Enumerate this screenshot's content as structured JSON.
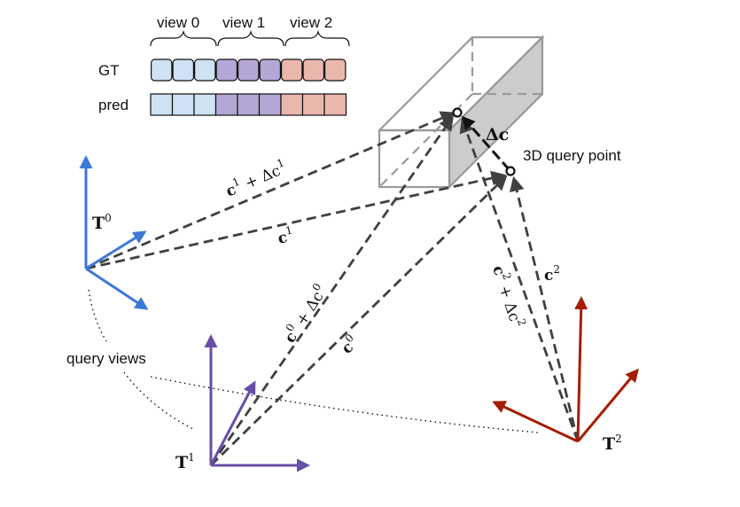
{
  "legend": {
    "views": [
      "view 0",
      "view 1",
      "view 2"
    ],
    "rows": [
      {
        "label": "GT",
        "cells": 9
      },
      {
        "label": "pred",
        "cells": 9
      }
    ],
    "colors": {
      "view0": "#cfe2f3",
      "view1": "#b4a7d6",
      "view2": "#eab7ad"
    }
  },
  "labels": {
    "query_point": "3D query point",
    "query_views": "query views",
    "delta_c": "Δc",
    "ray_labels": {
      "c1_delta": {
        "base": "c",
        "sup": "1",
        "op": " + Δc",
        "sup2": "1"
      },
      "c1": {
        "base": "c",
        "sup": "1"
      },
      "c0_delta": {
        "base": "c",
        "sup": "0",
        "op": " + Δc",
        "sup2": "0"
      },
      "c0": {
        "base": "c",
        "sup": "0"
      },
      "c2_delta": {
        "base": "c",
        "sup": "2",
        "op": " + Δc",
        "sup2": "2"
      },
      "c2": {
        "base": "c",
        "sup": "2"
      }
    },
    "cameras": {
      "t0": {
        "base": "T",
        "sup": "0"
      },
      "t1": {
        "base": "T",
        "sup": "1"
      },
      "t2": {
        "base": "T",
        "sup": "2"
      }
    }
  },
  "colors": {
    "camera0": "#3c78d8",
    "camera1": "#674ea7",
    "camera2": "#a61c00",
    "rays": "#404040",
    "box_stroke": "#999999",
    "box_side": "#cccccc"
  }
}
